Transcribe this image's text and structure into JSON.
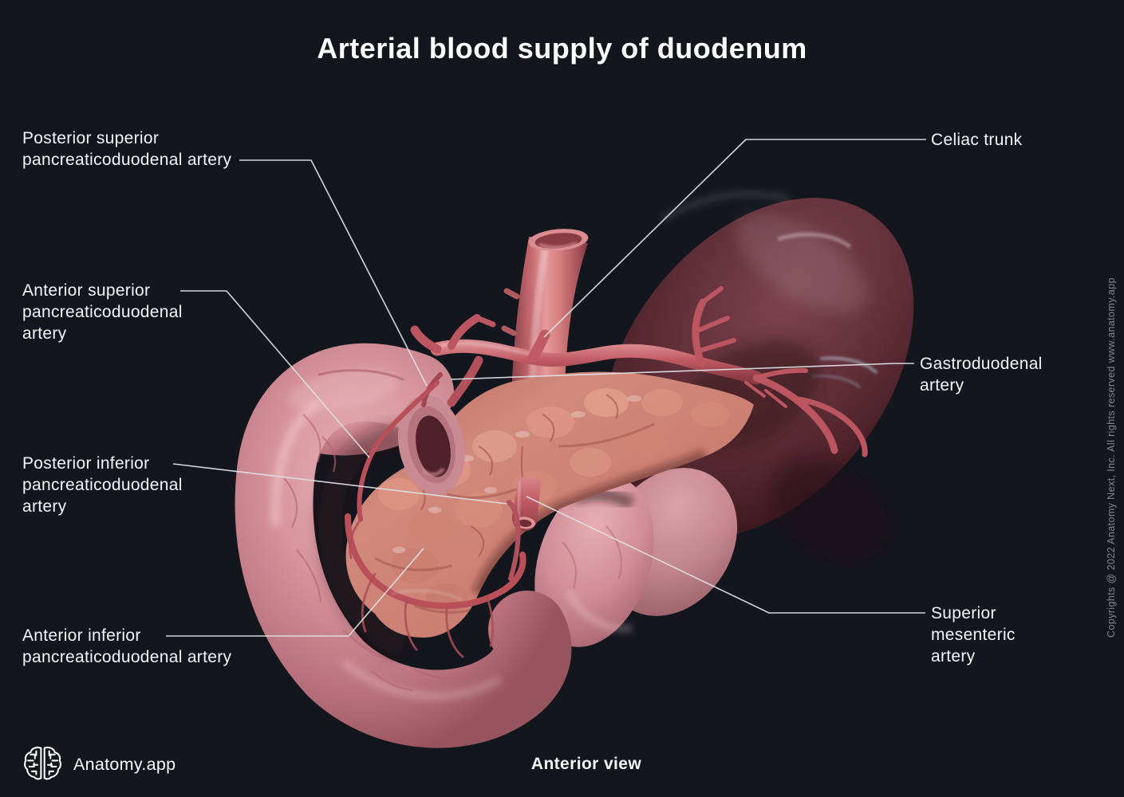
{
  "title": "Arterial blood supply of duodenum",
  "view_label": "Anterior view",
  "brand": {
    "name": "Anatomy.app",
    "logo": "brain-icon"
  },
  "copyright": "Copyrights @ 2022 Anatomy Next, Inc. All rights reserved www.anatomy.app",
  "labels": {
    "left": [
      {
        "id": "posterior-superior-pancreaticoduodenal-artery",
        "lines": [
          "Posterior superior",
          "pancreaticoduodenal artery"
        ]
      },
      {
        "id": "anterior-superior-pancreaticoduodenal-artery",
        "lines": [
          "Anterior superior",
          "pancreaticoduodenal",
          "artery"
        ]
      },
      {
        "id": "posterior-inferior-pancreaticoduodenal-artery",
        "lines": [
          "Posterior inferior",
          "pancreaticoduodenal",
          "artery"
        ]
      },
      {
        "id": "anterior-inferior-pancreaticoduodenal-artery",
        "lines": [
          "Anterior inferior",
          "pancreaticoduodenal artery"
        ]
      }
    ],
    "right": [
      {
        "id": "celiac-trunk",
        "lines": [
          "Celiac trunk"
        ]
      },
      {
        "id": "gastroduodenal-artery",
        "lines": [
          "Gastroduodenal",
          "artery"
        ]
      },
      {
        "id": "superior-mesenteric-artery",
        "lines": [
          "Superior",
          "mesenteric",
          "artery"
        ]
      }
    ]
  },
  "illustration": {
    "type": "3d-anatomy-render",
    "view": "anterior",
    "visible_structures": [
      "duodenum",
      "pancreas",
      "spleen",
      "aorta",
      "celiac trunk",
      "splenic artery",
      "gastroduodenal artery",
      "superior mesenteric artery",
      "pancreaticoduodenal arcades",
      "jejunum"
    ]
  },
  "colors": {
    "background": "#14161d",
    "label_text": "#f4f4f5",
    "leader_line": "#dfdfe2",
    "artery_red": "#c05a63",
    "aorta_pink": "#cf7679",
    "duodenum_pink": "#d7959d",
    "pancreas_salmon": "#cb7f72",
    "spleen_maroon": "#5d2d36",
    "copyright_gray": "#83868d"
  }
}
